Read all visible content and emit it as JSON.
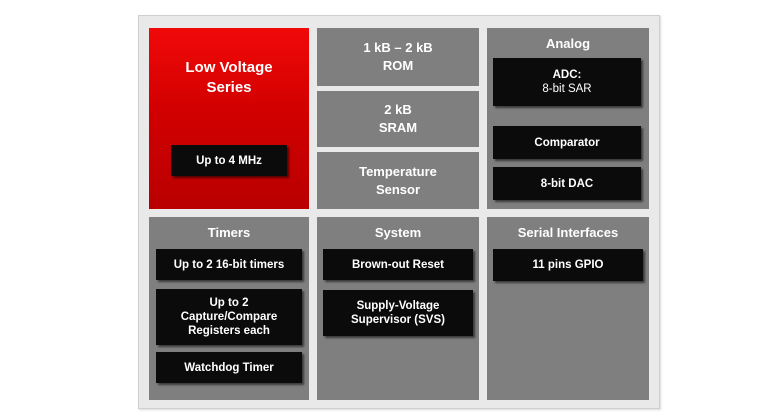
{
  "low_voltage": {
    "title": "Low Voltage\nSeries",
    "speed": "Up to 4 MHz"
  },
  "memory": {
    "rom": "1 kB – 2 kB\nROM",
    "sram": "2 kB\nSRAM",
    "temp": "Temperature\nSensor"
  },
  "analog": {
    "title": "Analog",
    "adc_line1": "ADC:",
    "adc_line2": "8-bit SAR",
    "comparator": "Comparator",
    "dac": "8-bit DAC"
  },
  "timers": {
    "title": "Timers",
    "items": [
      "Up to 2 16-bit timers",
      "Up to 2\nCapture/Compare\nRegisters each",
      "Watchdog Timer"
    ]
  },
  "system": {
    "title": "System",
    "items": [
      "Brown-out Reset",
      "Supply-Voltage\nSupervisor (SVS)"
    ]
  },
  "serial": {
    "title": "Serial Interfaces",
    "items": [
      "11 pins GPIO"
    ]
  },
  "colors": {
    "red_panel": "#d60000",
    "gray_panel": "#7f7f7f",
    "chip": "#0b0b0b",
    "frame": "#e9e9e9"
  }
}
